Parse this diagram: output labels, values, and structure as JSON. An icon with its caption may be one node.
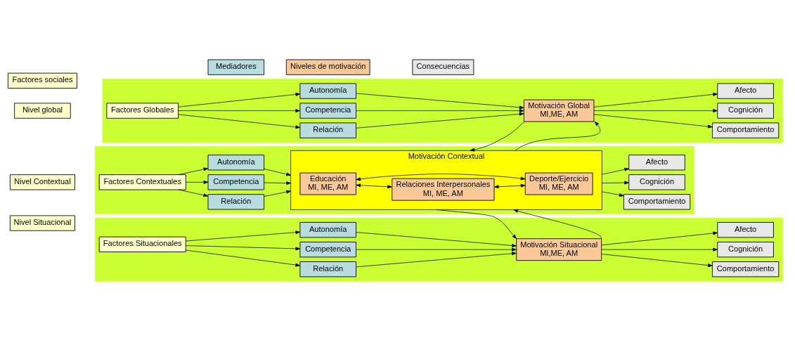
{
  "diagram": {
    "nodes": [
      {
        "text": [
          "Factores sociales"
        ]
      },
      {
        "text": [
          "Mediadores"
        ]
      },
      {
        "text": [
          "Niveles de motivación"
        ]
      },
      {
        "text": [
          "Consecuencias"
        ]
      },
      {
        "text": [
          "Nivel global"
        ]
      },
      {
        "text": [],
        "shape": "band"
      },
      {
        "text": [
          "Factores Globales"
        ],
        "in": 5
      },
      {
        "text": [
          "Autonomía"
        ],
        "in": 5
      },
      {
        "text": [
          "Competencia"
        ],
        "in": 5
      },
      {
        "text": [
          "Relación"
        ],
        "in": 5
      },
      {
        "text": [
          "Motivación Global",
          "MI,ME, AM"
        ],
        "in": 5
      },
      {
        "text": [
          "Afecto"
        ],
        "in": 5
      },
      {
        "text": [
          "Cognición"
        ],
        "in": 5
      },
      {
        "text": [
          "Comportamiento"
        ],
        "in": 5
      },
      {
        "text": [
          "Nivel Contextual"
        ]
      },
      {
        "text": [],
        "shape": "band"
      },
      {
        "text": [
          "Factores Contextuales"
        ],
        "in": 15
      },
      {
        "text": [
          "Autonomía"
        ],
        "in": 15
      },
      {
        "text": [
          "Competencia"
        ],
        "in": 15
      },
      {
        "text": [
          "Relación"
        ],
        "in": 15
      },
      {
        "text": [
          "Motivación Contextual"
        ],
        "in": 15
      },
      {
        "text": [
          "Educación",
          "MI, ME, AM"
        ],
        "in": 20
      },
      {
        "text": [
          "Relaciones Interpersonales",
          "MI, ME, AM"
        ],
        "in": 20
      },
      {
        "text": [
          "Deporte/Ejercicio",
          "MI, ME, AM"
        ],
        "in": 20
      },
      {
        "text": [
          "Afecto"
        ],
        "in": 15
      },
      {
        "text": [
          "Cognición"
        ],
        "in": 15
      },
      {
        "text": [
          "Comportamiento"
        ],
        "in": 15
      },
      {
        "text": [
          "Nivel Situacional"
        ]
      },
      {
        "text": [],
        "shape": "band"
      },
      {
        "text": [
          "Factores Situacionales"
        ],
        "in": 28
      },
      {
        "text": [
          "Autonomía"
        ],
        "in": 28
      },
      {
        "text": [
          "Competencia"
        ],
        "in": 28
      },
      {
        "text": [
          "Relación"
        ],
        "in": 28
      },
      {
        "text": [
          "Motivación Situacional",
          "MI,ME, AM"
        ],
        "in": 28
      },
      {
        "text": [
          "Afecto"
        ],
        "in": 28
      },
      {
        "text": [
          "Cognición"
        ],
        "in": 28
      },
      {
        "text": [
          "Comportamiento"
        ],
        "in": 28
      }
    ],
    "edges": [
      {
        "from": 6,
        "to": 7,
        "arrow": "to"
      },
      {
        "from": 6,
        "to": 8,
        "arrow": "to"
      },
      {
        "from": 6,
        "to": 9,
        "arrow": "to"
      },
      {
        "from": 7,
        "to": 10,
        "arrow": "to"
      },
      {
        "from": 8,
        "to": 10,
        "arrow": "to"
      },
      {
        "from": 9,
        "to": 10,
        "arrow": "to"
      },
      {
        "from": 10,
        "to": 11,
        "arrow": "to"
      },
      {
        "from": 10,
        "to": 12,
        "arrow": "to"
      },
      {
        "from": 10,
        "to": 13,
        "arrow": "to"
      },
      {
        "from": 10,
        "to": 20,
        "arrow": "to"
      },
      {
        "from": 20,
        "to": 10,
        "arrow": "to"
      },
      {
        "from": 16,
        "to": 17,
        "arrow": "to"
      },
      {
        "from": 16,
        "to": 18,
        "arrow": "to"
      },
      {
        "from": 16,
        "to": 19,
        "arrow": "to"
      },
      {
        "from": 17,
        "to": 20,
        "arrow": "to"
      },
      {
        "from": 18,
        "to": 20,
        "arrow": "to"
      },
      {
        "from": 19,
        "to": 20,
        "arrow": "to"
      },
      {
        "from": 21,
        "to": 22,
        "arrow": "both"
      },
      {
        "from": 22,
        "to": 23,
        "arrow": "both"
      },
      {
        "from": 21,
        "to": 23,
        "arrow": "both"
      },
      {
        "from": 20,
        "to": 24,
        "arrow": "to"
      },
      {
        "from": 20,
        "to": 25,
        "arrow": "to"
      },
      {
        "from": 20,
        "to": 26,
        "arrow": "to"
      },
      {
        "from": 20,
        "to": 33,
        "arrow": "to"
      },
      {
        "from": 33,
        "to": 20,
        "arrow": "to"
      },
      {
        "from": 29,
        "to": 30,
        "arrow": "to"
      },
      {
        "from": 29,
        "to": 31,
        "arrow": "to"
      },
      {
        "from": 29,
        "to": 32,
        "arrow": "to"
      },
      {
        "from": 30,
        "to": 33,
        "arrow": "to"
      },
      {
        "from": 31,
        "to": 33,
        "arrow": "to"
      },
      {
        "from": 32,
        "to": 33,
        "arrow": "to"
      },
      {
        "from": 33,
        "to": 34,
        "arrow": "to"
      },
      {
        "from": 33,
        "to": 35,
        "arrow": "to"
      },
      {
        "from": 33,
        "to": 36,
        "arrow": "to"
      }
    ]
  }
}
